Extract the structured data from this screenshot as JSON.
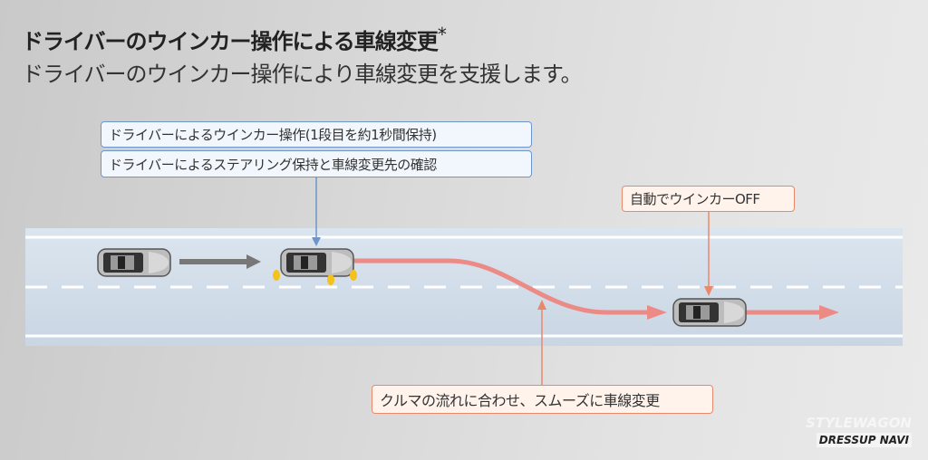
{
  "title": "ドライバーのウインカー操作による車線変更",
  "title_mark": "*",
  "subtitle": "ドライバーのウインカー操作により車線変更を支援します。",
  "labels": {
    "blinker_op": "ドライバーによるウインカー操作(1段目を約1秒間保持)",
    "steering_check": "ドライバーによるステアリング保持と車線変更先の確認",
    "auto_off": "自動でウインカーOFF",
    "smooth_change": "クルマの流れに合わせ、スムーズに車線変更"
  },
  "watermark": {
    "top": "STYLEWAGON",
    "bottom": "DRESSUP NAVI"
  },
  "colors": {
    "blue": "#6e95c9",
    "orange": "#e8896c",
    "path": "#ec8a86"
  }
}
